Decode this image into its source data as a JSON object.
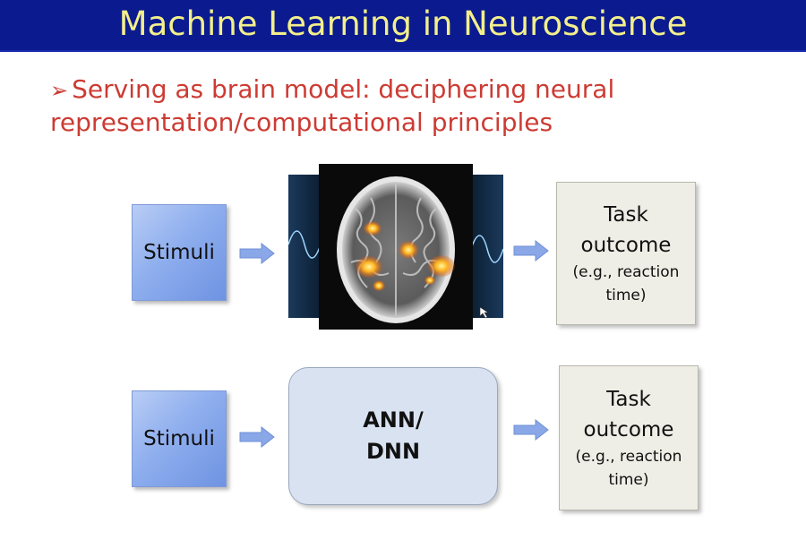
{
  "slide": {
    "title": "Machine Learning in Neuroscience",
    "bullet_marker": "➢",
    "bullet_text": "Serving as brain model: deciphering neural representation/computational principles"
  },
  "row_top": {
    "stimuli_label": "Stimuli",
    "task_main_1": "Task",
    "task_main_2": "outcome",
    "task_sub_1": "(e.g., reaction",
    "task_sub_2": "time)"
  },
  "row_bottom": {
    "stimuli_label": "Stimuli",
    "model_line_1": "ANN/",
    "model_line_2": "DNN",
    "task_main_1": "Task",
    "task_main_2": "outcome",
    "task_sub_1": "(e.g., reaction",
    "task_sub_2": "time)"
  },
  "colors": {
    "title_bar": "#0b1b8f",
    "title_text": "#f3ef8b",
    "bullet_text": "#cc3b33",
    "arrow_fill": "#8aa8e8"
  }
}
